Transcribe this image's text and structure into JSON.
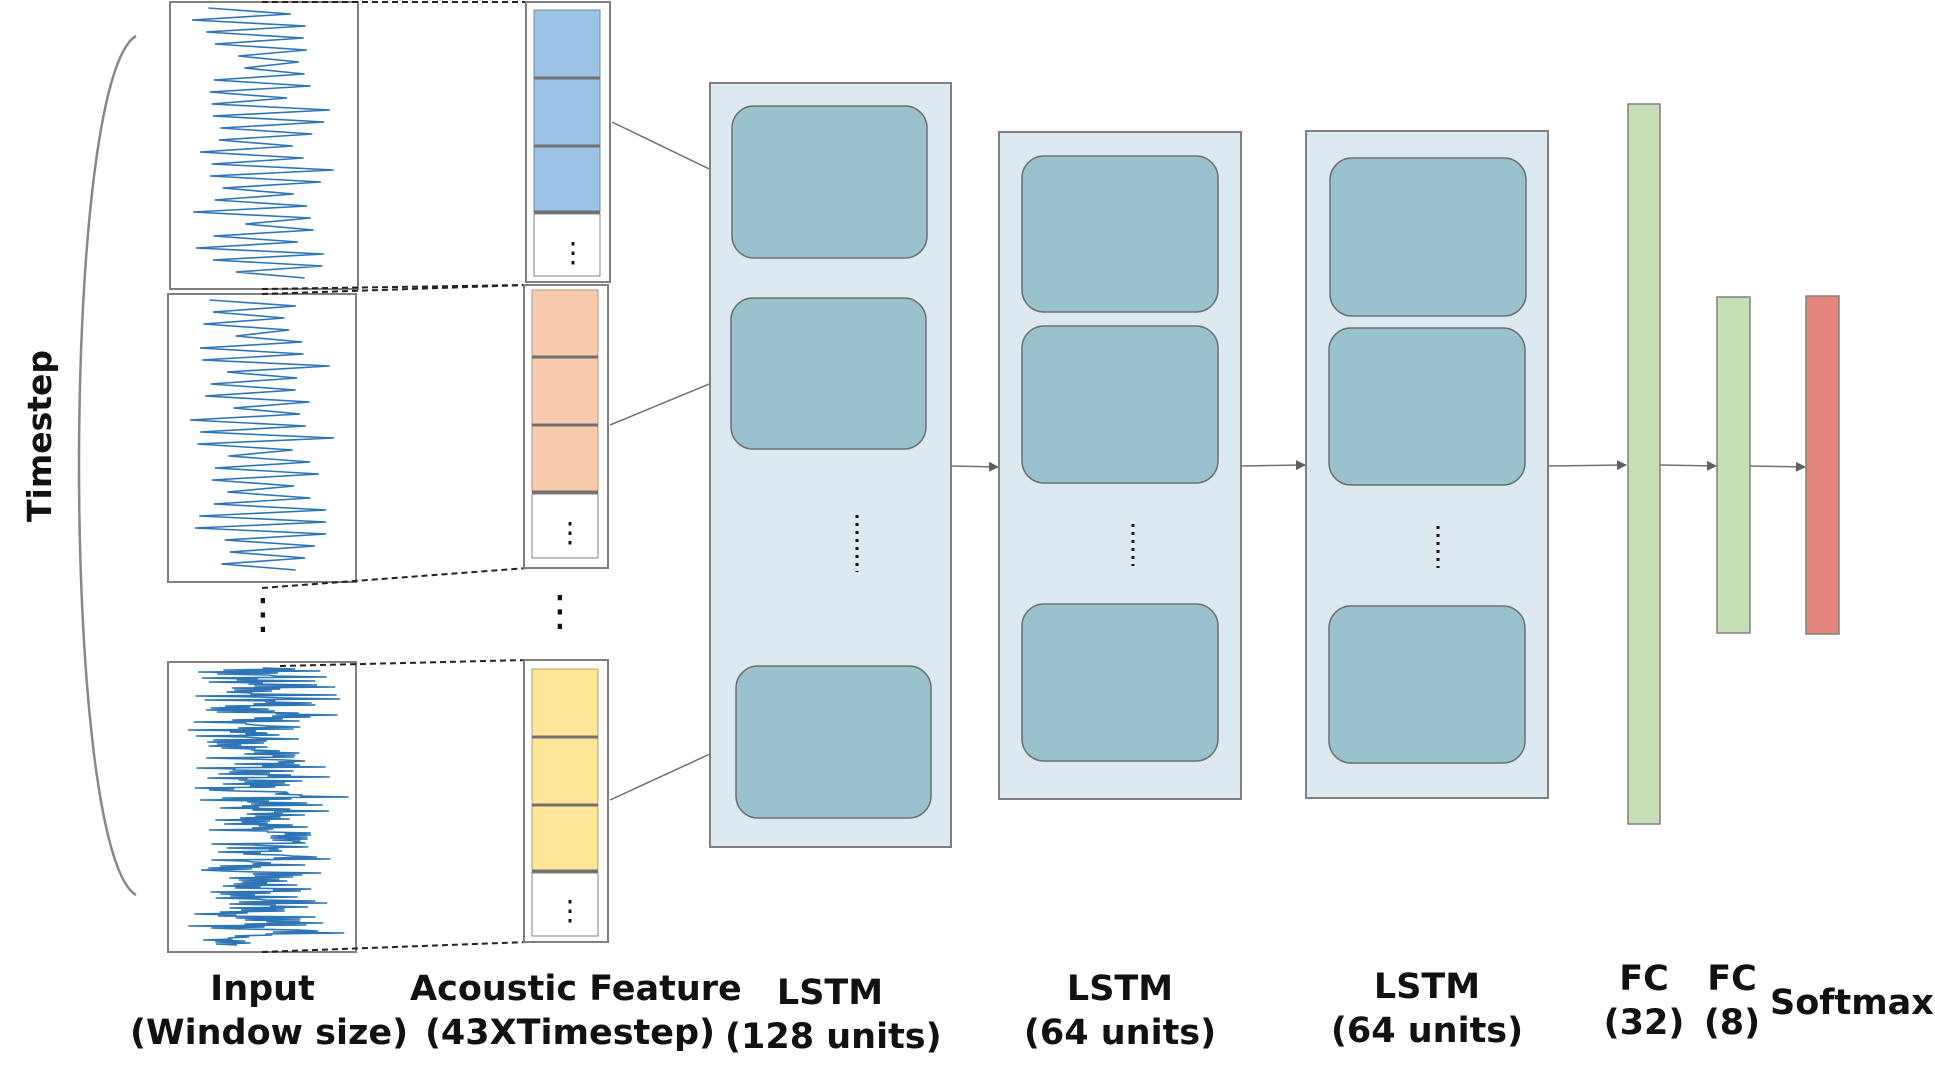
{
  "timestep_label": "Timestep",
  "ellipsis": "⋮",
  "labels": {
    "input": [
      "Input",
      "(Window size)"
    ],
    "acoustic": [
      "Acoustic Feature",
      "(43XTimestep)"
    ],
    "lstm1": [
      "LSTM",
      "(128 units)"
    ],
    "lstm2": [
      "LSTM",
      "(64 units)"
    ],
    "lstm3": [
      "LSTM",
      "(64 units)"
    ],
    "fc1": [
      "FC",
      "(32)"
    ],
    "fc2": [
      "FC",
      "(8)"
    ],
    "softmax": "Softmax"
  },
  "colors": {
    "feature_blue": "#9dc3e6",
    "feature_orange": "#f8cbad",
    "feature_yellow": "#ffe699",
    "lstm_panel": "#dce9f0",
    "lstm_cell": "#99c2cc",
    "fc": "#c5e0b4",
    "softmax": "#e4857b",
    "waveform": "#2e75b6",
    "outline": "#808080"
  }
}
